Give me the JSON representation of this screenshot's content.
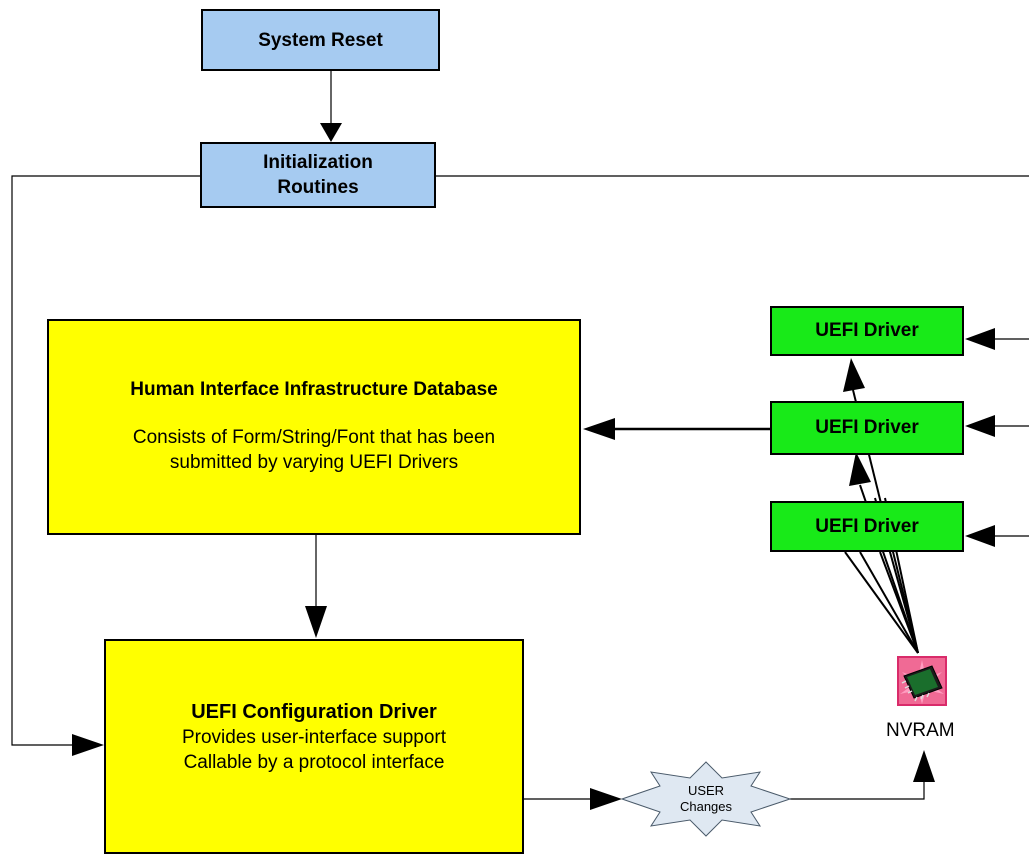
{
  "nodes": {
    "system_reset": "System Reset",
    "init_line1": "Initialization",
    "init_line2": "Routines",
    "hii_title": "Human Interface Infrastructure Database",
    "hii_desc_line1": "Consists of Form/String/Font that has been",
    "hii_desc_line2": "submitted by varying UEFI Drivers",
    "driver1": "UEFI Driver",
    "driver2": "UEFI Driver",
    "driver3": "UEFI Driver",
    "cfg_title": "UEFI Configuration Driver",
    "cfg_line1": "Provides user-interface support",
    "cfg_line2": "Callable by a protocol interface",
    "user_changes_line1": "USER",
    "user_changes_line2": "Changes",
    "nvram": "NVRAM"
  },
  "colors": {
    "blue_box": "#a6cbf1",
    "green_box": "#18ea18",
    "yellow_box": "#ffff00",
    "star_fill": "#dfe8f2"
  },
  "icons": {
    "nvram": "memory-chip-icon"
  }
}
